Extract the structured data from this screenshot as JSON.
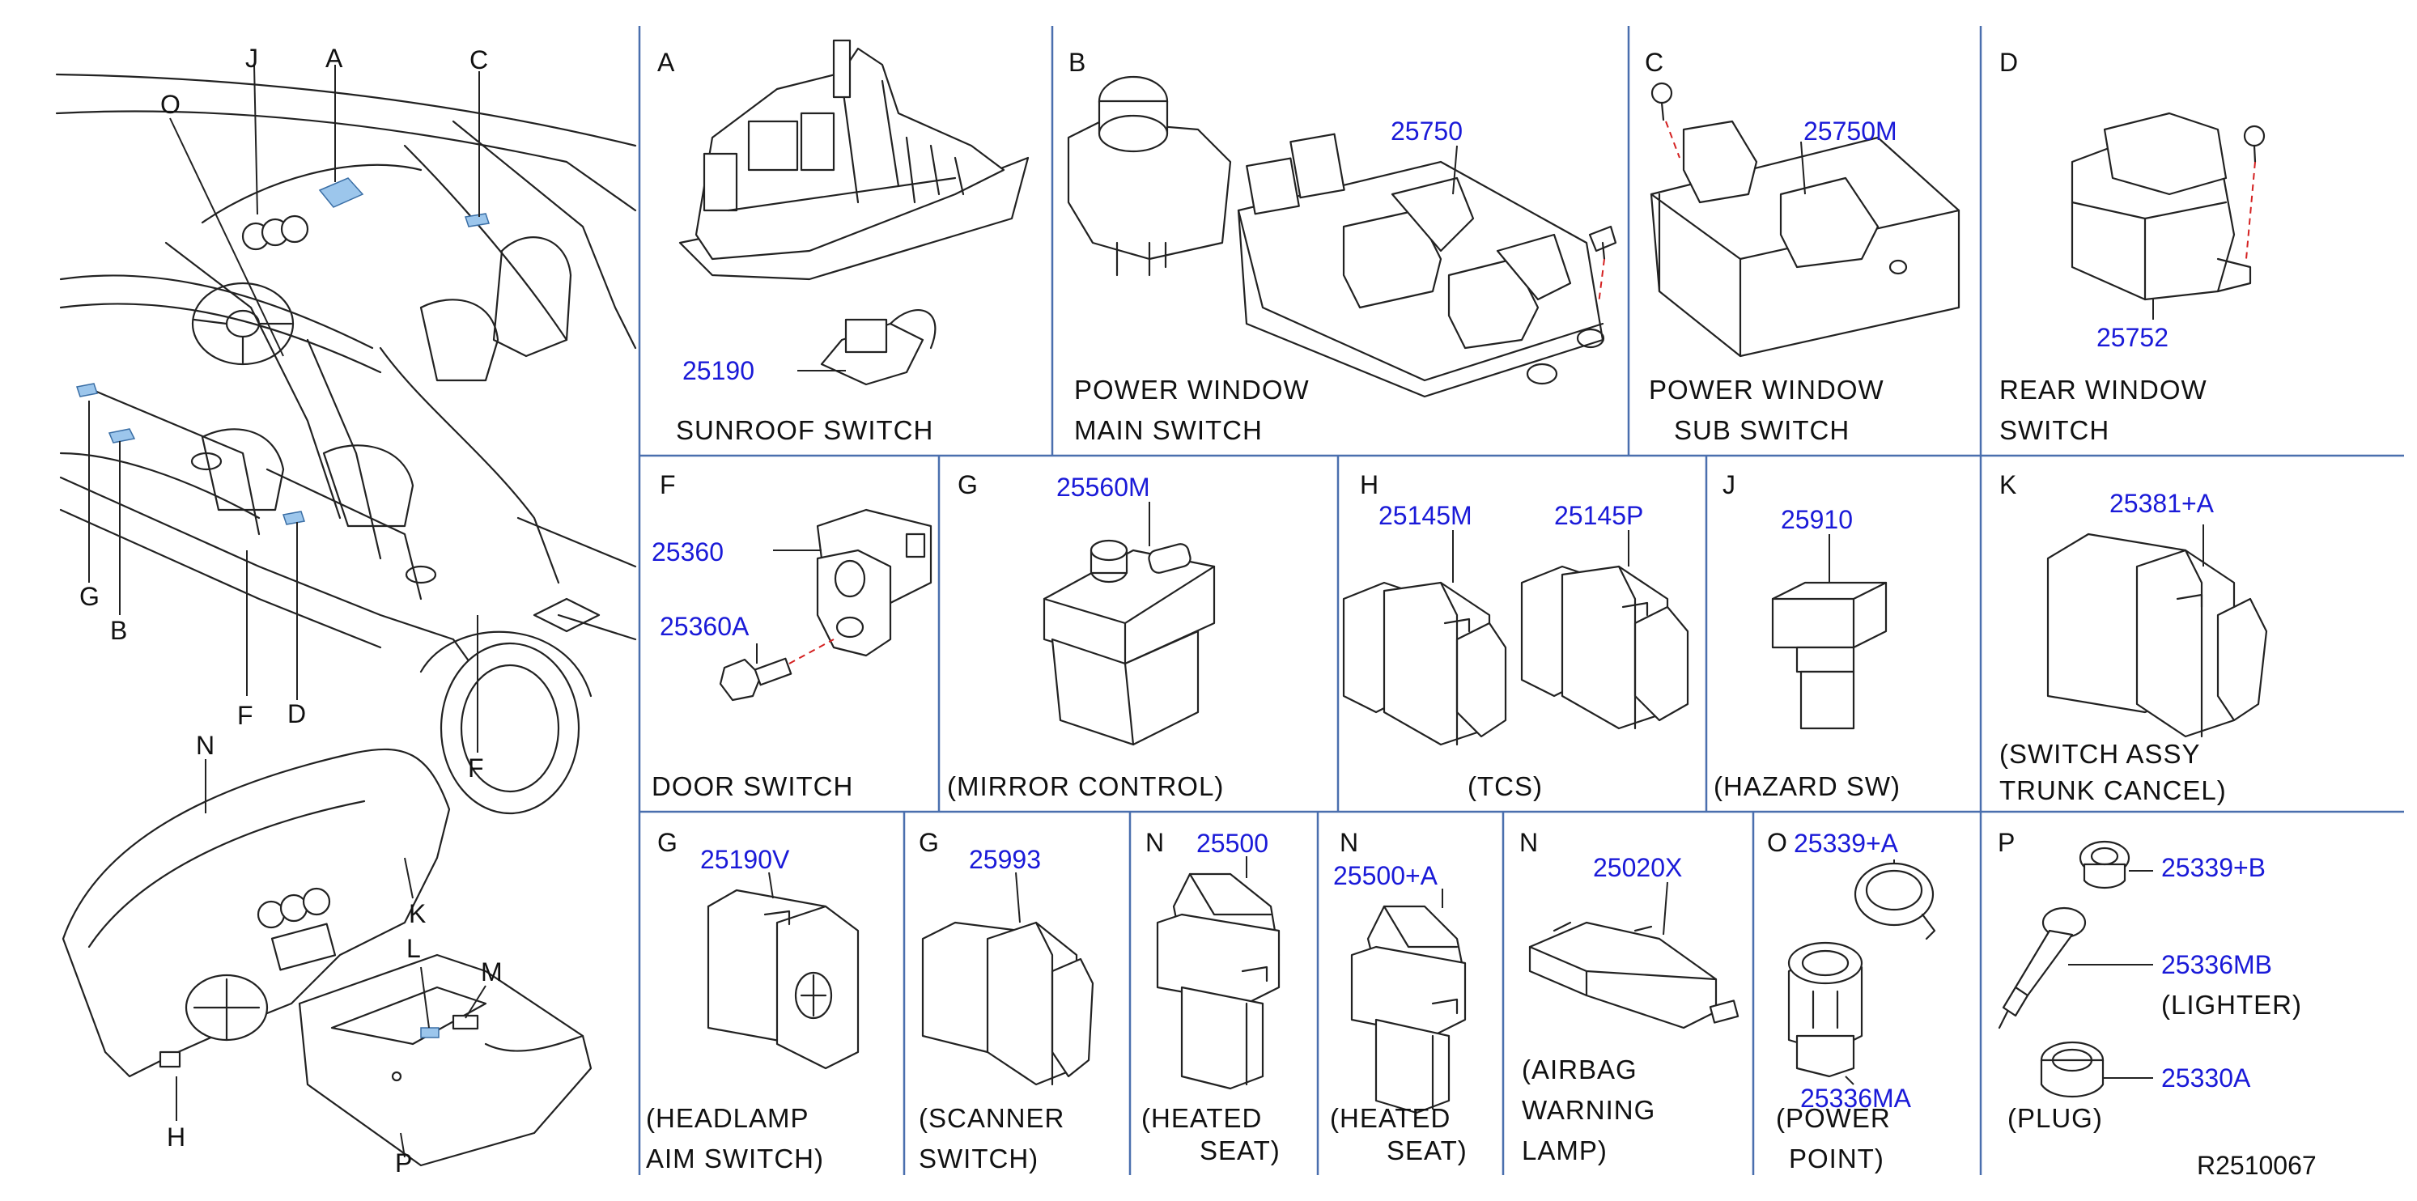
{
  "overview": {
    "labels": {
      "j": "J",
      "a": "A",
      "c": "C",
      "o": "O",
      "g": "G",
      "b": "B",
      "f1": "F",
      "d": "D",
      "f2": "F",
      "n": "N",
      "k": "K",
      "l": "L",
      "m": "M",
      "h": "H",
      "p": "P"
    }
  },
  "cells": {
    "A": {
      "letter": "A",
      "part": "25190",
      "caption": "SUNROOF   SWITCH"
    },
    "B": {
      "letter": "B",
      "part": "25750",
      "caption1": "POWER   WINDOW",
      "caption2": "MAIN   SWITCH"
    },
    "C": {
      "letter": "C",
      "part": "25750M",
      "caption1": "POWER   WINDOW",
      "caption2": "SUB   SWITCH"
    },
    "D": {
      "letter": "D",
      "part": "25752",
      "caption1": "REAR   WINDOW",
      "caption2": "SWITCH"
    },
    "F": {
      "letter": "F",
      "part1": "25360",
      "part2": "25360A",
      "caption": "DOOR   SWITCH"
    },
    "G1": {
      "letter": "G",
      "part": "25560M",
      "caption": "(MIRROR   CONTROL)"
    },
    "H": {
      "letter": "H",
      "part1": "25145M",
      "part2": "25145P",
      "caption": "(TCS)"
    },
    "J": {
      "letter": "J",
      "part": "25910",
      "caption": "(HAZARD   SW)"
    },
    "K": {
      "letter": "K",
      "part": "25381+A",
      "caption1": "(SWITCH   ASSY",
      "caption2": "TRUNK   CANCEL)"
    },
    "G2": {
      "letter": "G",
      "part": "25190V",
      "caption1": "(HEADLAMP",
      "caption2": "AIM   SWITCH)"
    },
    "G3": {
      "letter": "G",
      "part": "25993",
      "caption1": "(SCANNER",
      "caption2": "SWITCH)"
    },
    "N1": {
      "letter": "N",
      "part": "25500",
      "caption1": "(HEATED",
      "caption2": "SEAT)"
    },
    "N2": {
      "letter": "N",
      "part": "25500+A",
      "caption1": "(HEATED",
      "caption2": "SEAT)"
    },
    "N3": {
      "letter": "N",
      "part": "25020X",
      "caption1": "(AIRBAG",
      "caption2": "WARNING",
      "caption3": "LAMP)"
    },
    "O": {
      "letter": "O",
      "part1": "25339+A",
      "part2": "25336MA",
      "caption1": "(POWER",
      "caption2": "POINT)"
    },
    "P": {
      "letter": "P",
      "part1": "25339+B",
      "part2": "25336MB",
      "lighter": "(LIGHTER)",
      "part3": "25330A",
      "plug": "(PLUG)"
    }
  },
  "footer": {
    "code": "R2510067"
  },
  "colors": {
    "grid": "#4a6fae",
    "part_number": "#1a1ad8",
    "highlight": "#9cc6ec",
    "fastener_line": "#d42020"
  }
}
